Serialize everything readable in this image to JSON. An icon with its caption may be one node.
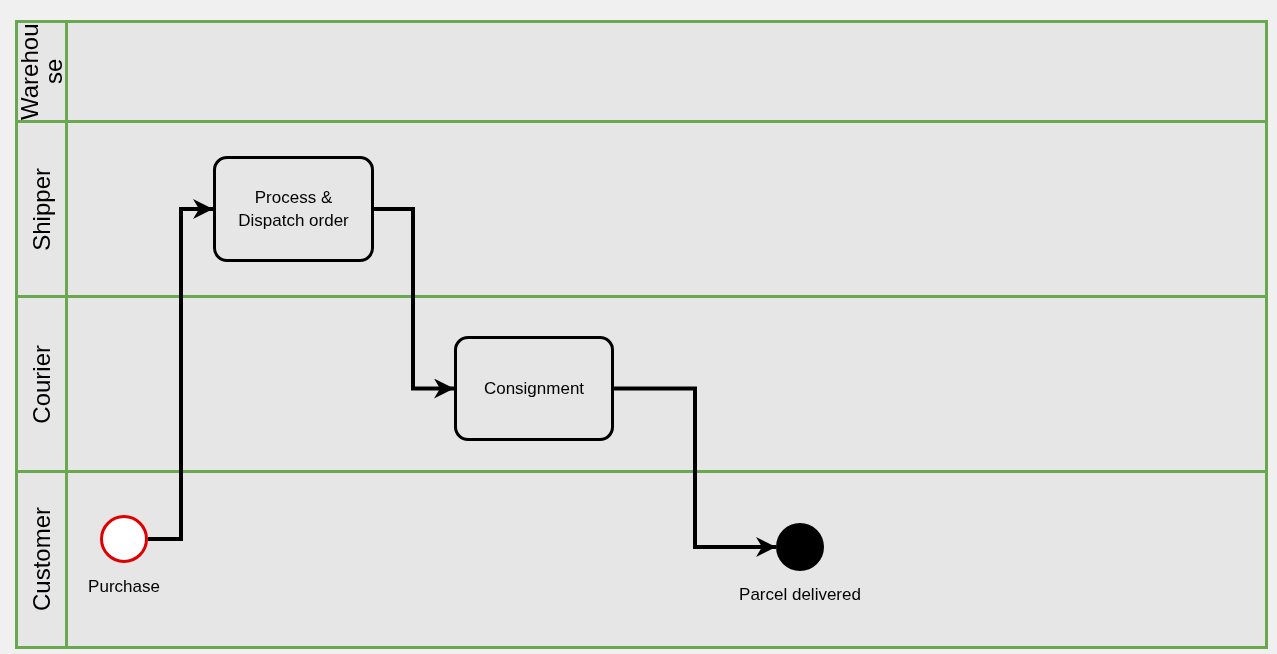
{
  "diagram": {
    "nodes": [
      {
        "text": [
          "Warehouse"
        ]
      },
      {
        "text": [
          "Shipper"
        ]
      },
      {
        "text": [
          "Courier"
        ]
      },
      {
        "text": [
          "Customer"
        ]
      },
      {
        "text": [
          "Process & Dispatch order"
        ],
        "in": 1
      },
      {
        "text": [
          "Consignment"
        ],
        "in": 2
      },
      {
        "text": [],
        "shape": "circle",
        "beside": [
          "Purchase"
        ],
        "in": 3
      },
      {
        "text": [],
        "shape": "circle",
        "beside": [
          "Parcel delivered"
        ],
        "in": 3
      }
    ],
    "edges": [
      {
        "from": 6,
        "to": 4,
        "arrow": "to"
      },
      {
        "from": 4,
        "to": 5,
        "arrow": "to"
      },
      {
        "from": 5,
        "to": 7,
        "arrow": "to"
      }
    ]
  }
}
